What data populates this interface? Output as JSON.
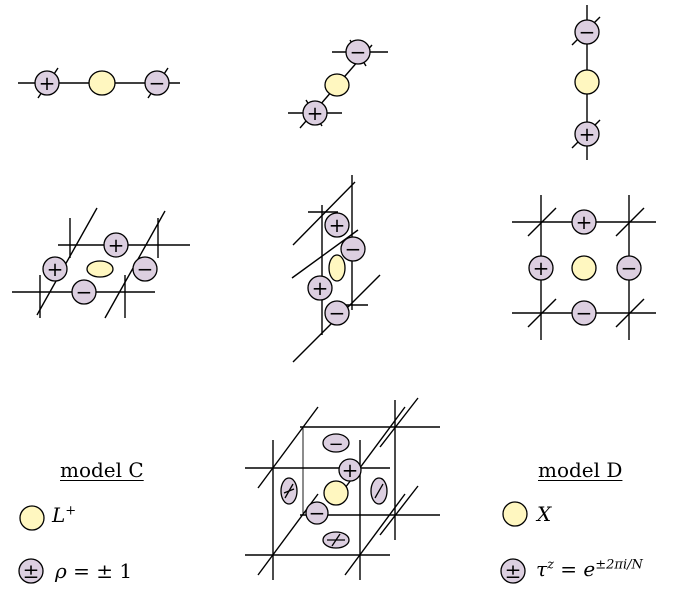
{
  "legend_left": {
    "title": "model C",
    "neutral_label": "L",
    "neutral_sup": "+",
    "charge_symbol": "±",
    "charge_label_lhs": "ρ",
    "charge_label_rhs": "= ± 1"
  },
  "legend_right": {
    "title": "model D",
    "neutral_label": "X",
    "charge_symbol": "±",
    "charge_label_lhs": "τ",
    "charge_label_lhs_sup": "z",
    "charge_label_eq": " = e",
    "charge_label_exp": "±2πi/N"
  },
  "signs": {
    "plus": "+",
    "minus": "−"
  },
  "colors": {
    "charge_fill": "#dccfe0",
    "neutral_fill": "#fff7c0",
    "stroke": "#000000"
  }
}
